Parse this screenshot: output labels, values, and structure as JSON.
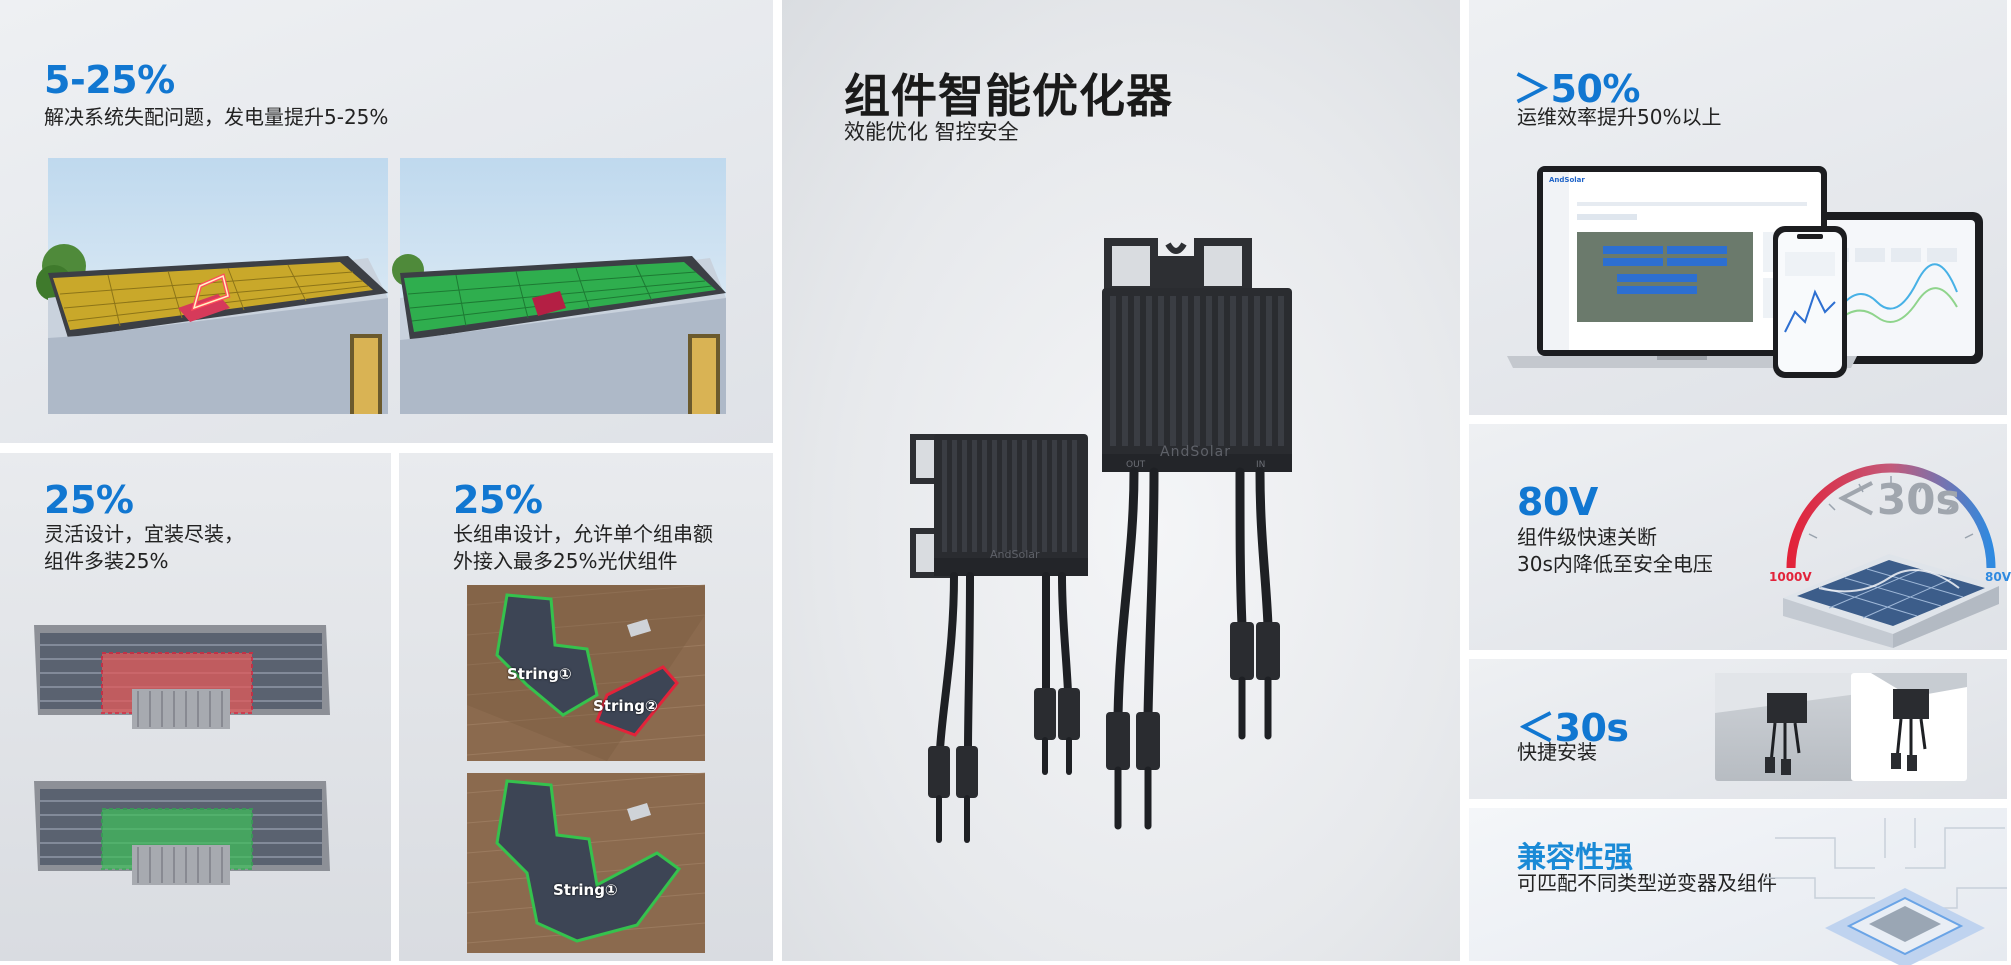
{
  "panel_mismatch": {
    "stat": "5-25%",
    "desc": "解决系统失配问题，发电量提升5-25%"
  },
  "panel_flexible": {
    "stat": "25%",
    "desc_line1": "灵活设计，宜装尽装，",
    "desc_line2": "组件多装25%"
  },
  "panel_long_string": {
    "stat": "25%",
    "desc_line1": "长组串设计，允许单个组串额",
    "desc_line2": "外接入最多25%光伏组件",
    "string1_label": "String①",
    "string2_label": "String②",
    "string1b_label": "String①"
  },
  "center": {
    "title": "组件智能优化器",
    "subtitle": "效能优化 智控安全",
    "brand_big": "AndSolar",
    "brand_small": "AndSolar",
    "port_out": "OUT",
    "port_in": "IN"
  },
  "panel_efficiency": {
    "stat": "＞50%",
    "desc": "运维效率提升50%以上",
    "app_brand": "AndSolar"
  },
  "panel_shutdown": {
    "stat": "80V",
    "desc_line1": "组件级快速关断",
    "desc_line2": "30s内降低至安全电压",
    "gauge_value": "＜30s",
    "gauge_left": "1000V",
    "gauge_right": "80V"
  },
  "panel_install": {
    "stat": "＜30s",
    "desc": "快捷安装"
  },
  "panel_compat": {
    "stat": "兼容性强",
    "desc": "可匹配不同类型逆变器及组件"
  },
  "colors": {
    "accent_blue": "#1177d1",
    "roof_yellow": "#c9a82a",
    "roof_green": "#2fae4e",
    "alert_red": "#e2233a"
  }
}
